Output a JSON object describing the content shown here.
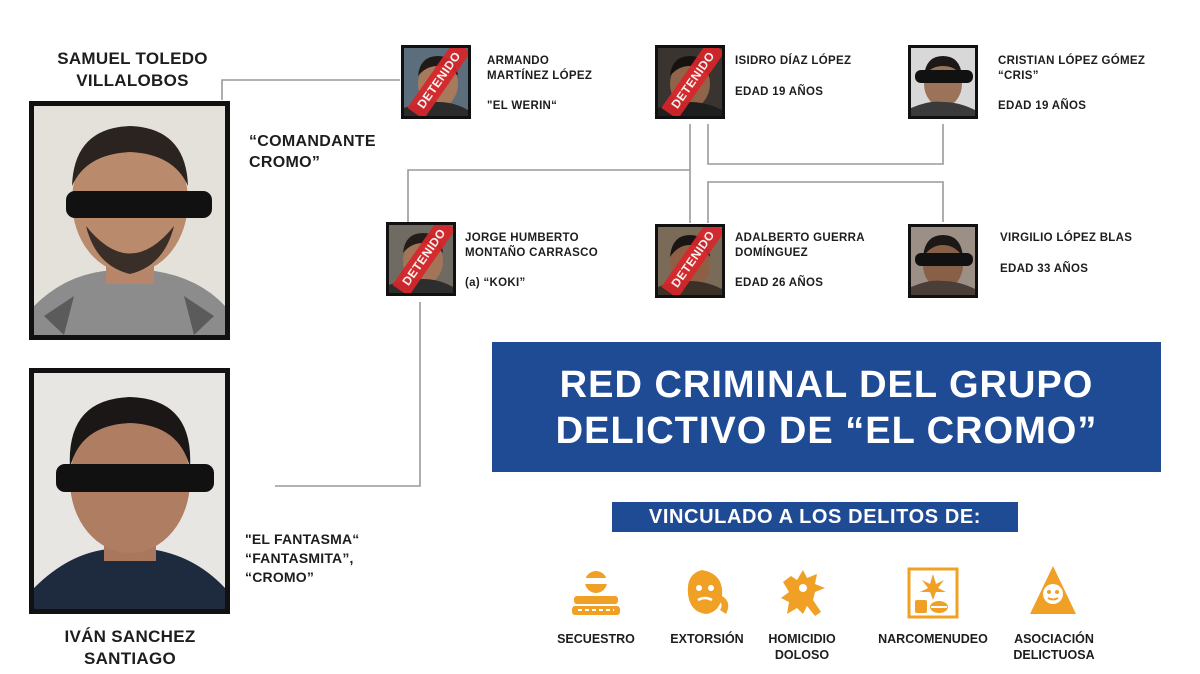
{
  "main_figures": [
    {
      "name_line1": "SAMUEL TOLEDO",
      "name_line2": "VILLALOBOS",
      "alias_line1": "“COMANDANTE",
      "alias_line2": "CROMO”"
    },
    {
      "name_line1": "IVÁN SANCHEZ",
      "name_line2": "SANTIAGO",
      "alias_line1": "\"EL FANTASMA“",
      "alias_line2": "“FANTASMITA”,",
      "alias_line3": "“CROMO”"
    }
  ],
  "members": [
    {
      "name_line1": "ARMANDO",
      "name_line2": "MARTÍNEZ LÓPEZ",
      "detail": "\"EL WERIN“",
      "stamp": "DETENIDO"
    },
    {
      "name_line1": "ISIDRO DÍAZ LÓPEZ",
      "detail": "EDAD 19 AÑOS",
      "stamp": "DETENIDO"
    },
    {
      "name_line1": "CRISTIAN LÓPEZ GÓMEZ",
      "name_line2": "“CRIS”",
      "detail": "EDAD 19 AÑOS"
    },
    {
      "name_line1": "JORGE HUMBERTO",
      "name_line2": "MONTAÑO CARRASCO",
      "detail": "(a) “KOKI”",
      "stamp": "DETENIDO"
    },
    {
      "name_line1": "ADALBERTO GUERRA",
      "name_line2": "DOMÍNGUEZ",
      "detail": "EDAD 26 AÑOS",
      "stamp": "DETENIDO"
    },
    {
      "name_line1": "VIRGILIO LÓPEZ BLAS",
      "detail": "EDAD 33 AÑOS"
    }
  ],
  "title": {
    "line1": "RED CRIMINAL DEL GRUPO",
    "line2": "DELICTIVO DE “EL CROMO”"
  },
  "subtitle": "VINCULADO A LOS DELITOS DE:",
  "crimes": [
    {
      "line1": "SECUESTRO",
      "icon": "kidnapping-icon"
    },
    {
      "line1": "EXTORSIÓN",
      "icon": "extortion-icon"
    },
    {
      "line1": "HOMICIDIO",
      "line2": "DOLOSO",
      "icon": "homicide-icon"
    },
    {
      "line1": "NARCOMENUDEO",
      "icon": "drugs-icon"
    },
    {
      "line1": "ASOCIACIÓN",
      "line2": "DELICTUOSA",
      "icon": "association-icon"
    }
  ],
  "colors": {
    "brand_blue": "#1f4a94",
    "icon_orange": "#f0a024",
    "stamp_red": "#d8262b"
  }
}
